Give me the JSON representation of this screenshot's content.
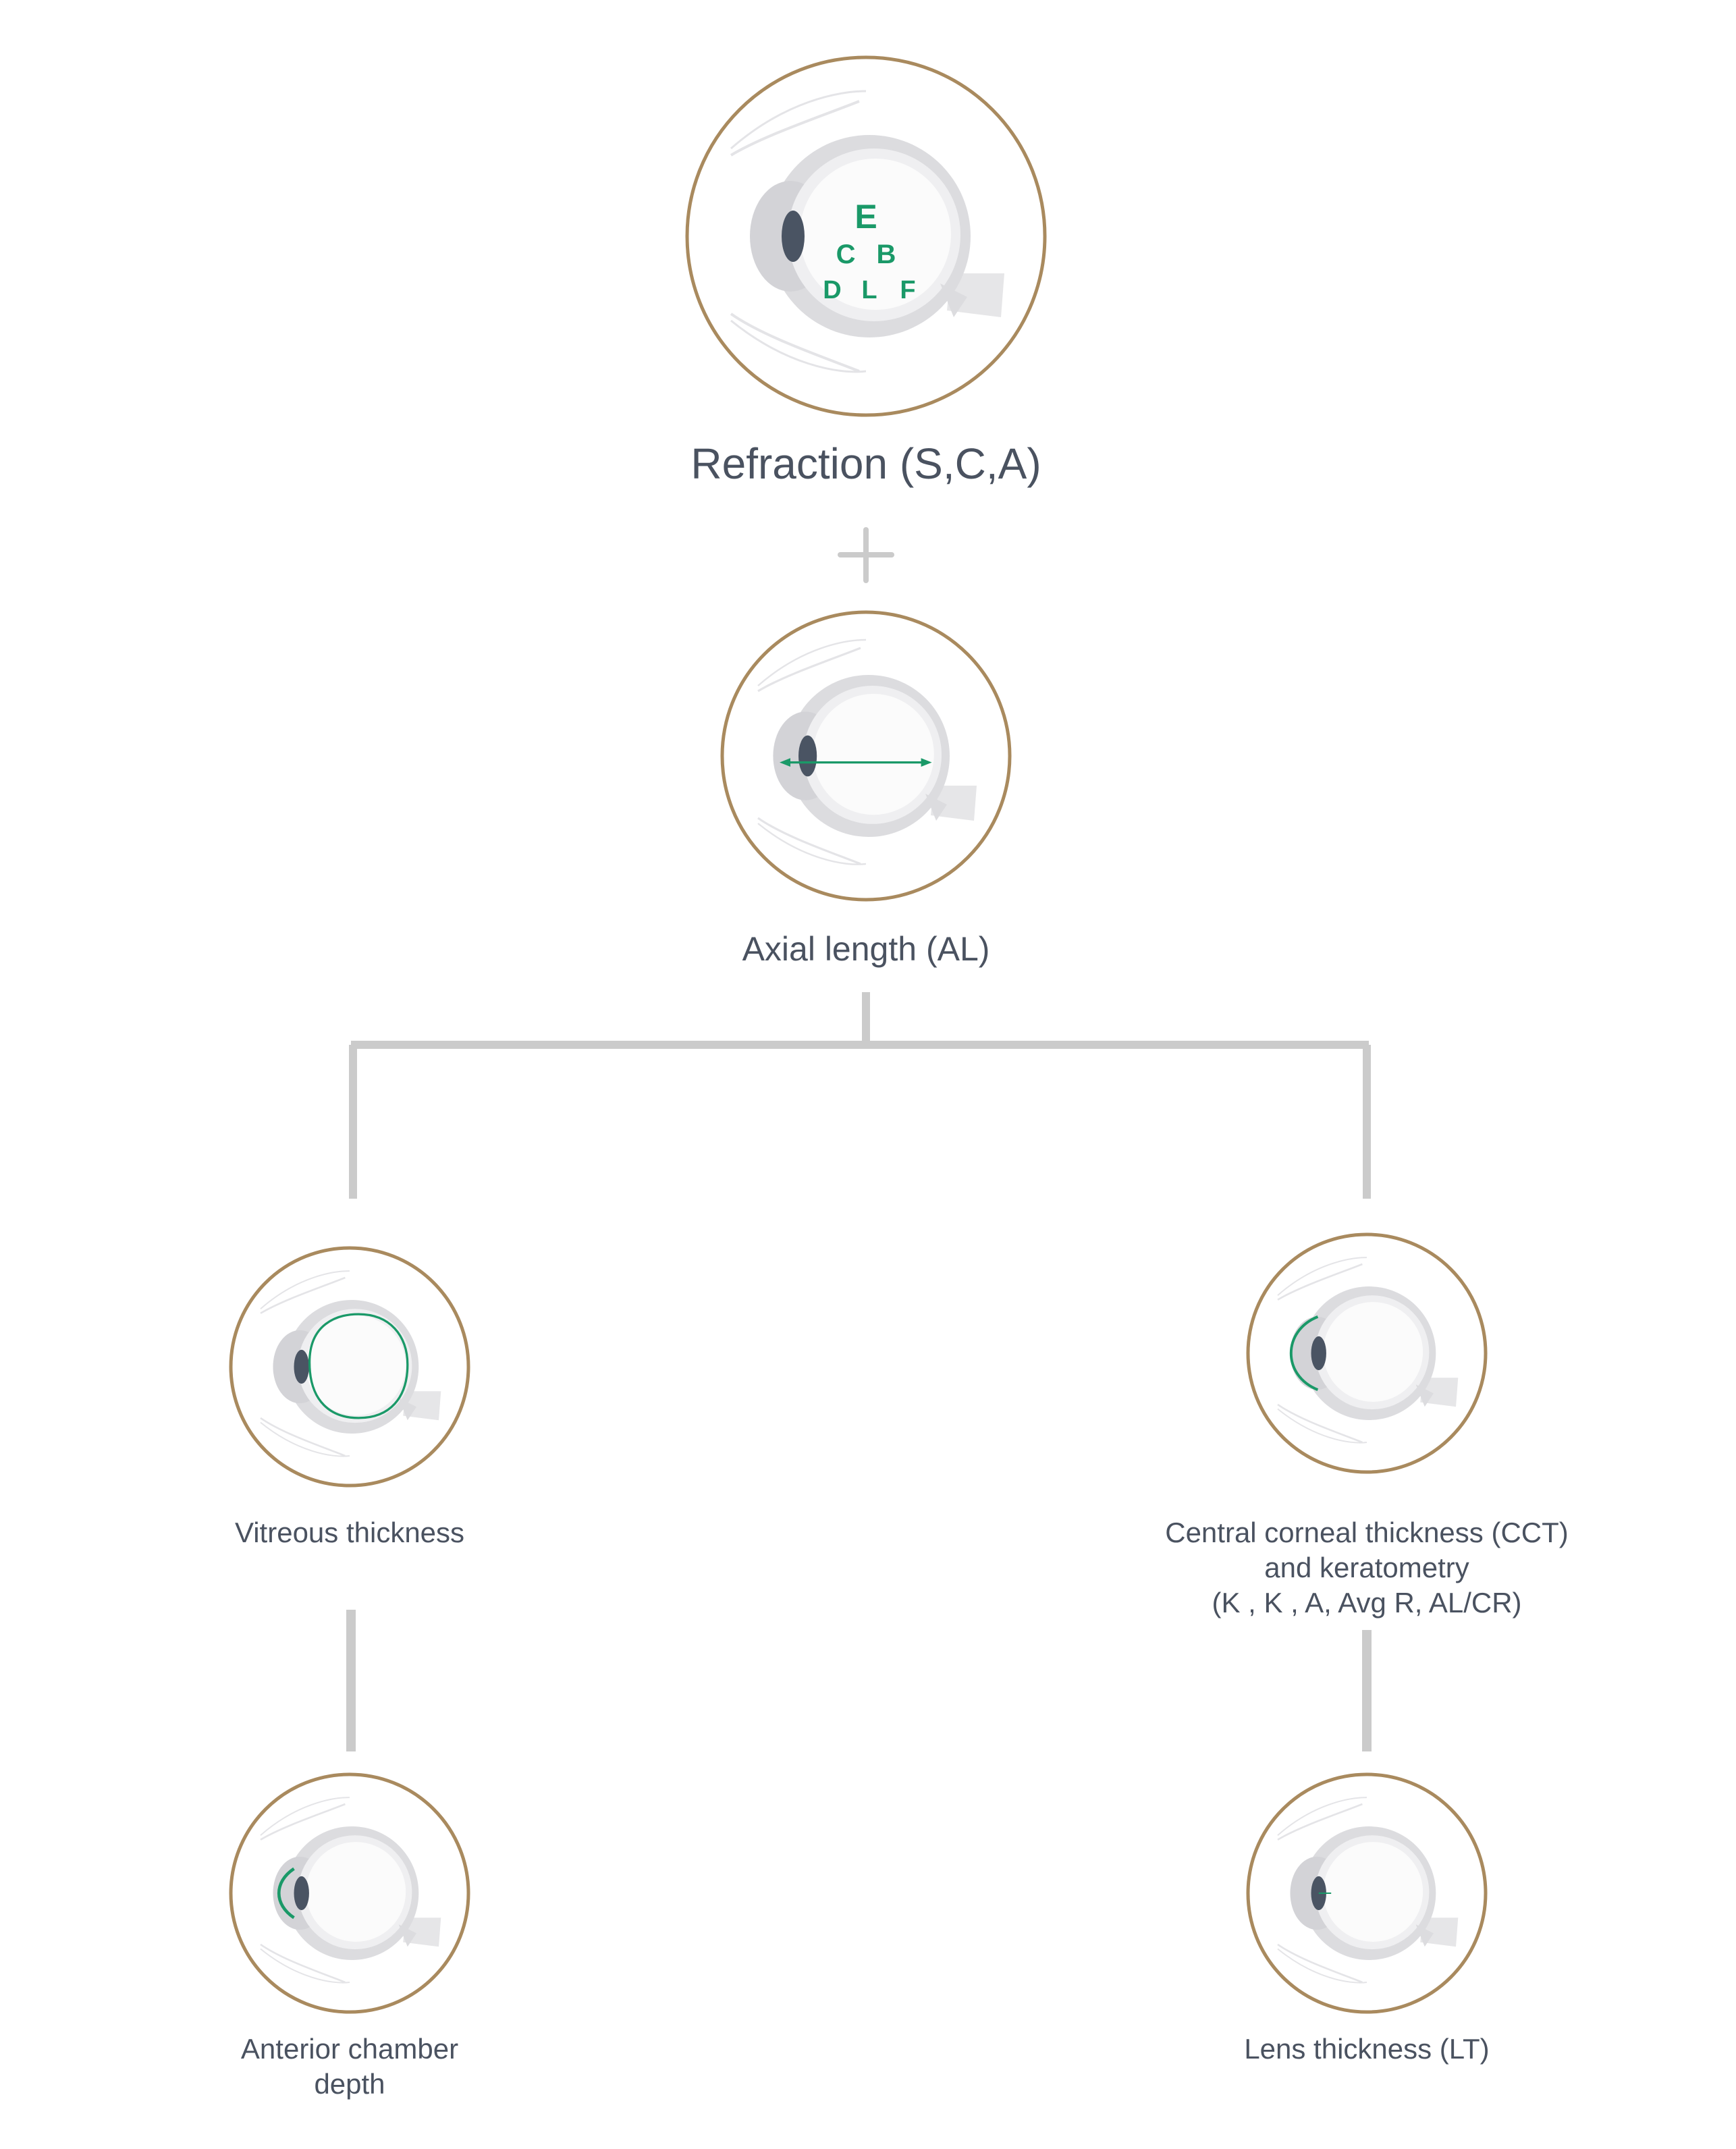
{
  "colors": {
    "circle_border": "#a98a5e",
    "accent_green": "#1a9968",
    "connector_gray": "#cbcbcb",
    "eye_gray": "#d9d9dc",
    "eye_light": "#ececee",
    "pupil": "#4a5463",
    "text": "#4a5260"
  },
  "symbols": {
    "plus": "plus-icon"
  },
  "nodes": {
    "refraction": {
      "label": "Refraction (S,C,A)",
      "icon": "eye-chart-icon",
      "chart_letters": {
        "row1": "E",
        "row2": [
          "C",
          "B"
        ],
        "row3": [
          "D",
          "L",
          "F"
        ]
      }
    },
    "axial": {
      "label": "Axial length (AL)",
      "icon": "eye-axial-arrow-icon"
    },
    "vitreous": {
      "label": "Vitreous thickness",
      "icon": "eye-vitreous-icon"
    },
    "cct": {
      "label_lines": [
        "Central corneal thickness (CCT)",
        "and keratometry",
        "(K , K  , A, Avg R, AL/CR)"
      ],
      "icon": "eye-cornea-icon"
    },
    "acd": {
      "label_lines": [
        "Anterior chamber",
        "depth"
      ],
      "icon": "eye-anterior-chamber-icon"
    },
    "lens": {
      "label": "Lens thickness (LT)",
      "icon": "eye-lens-icon"
    }
  }
}
